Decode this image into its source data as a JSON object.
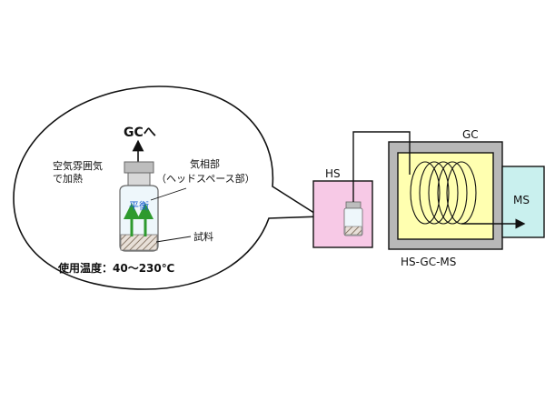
{
  "labels": {
    "gc_outlet": "GCへ",
    "heating_line1": "空気雰囲気",
    "heating_line2": "で加熱",
    "gas_phase_line1": "気相部",
    "gas_phase_line2": "（ヘッドスペース部）",
    "equilibrium": "平衡",
    "sample": "試料",
    "temperature": "使用温度：40～230℃",
    "hs": "HS",
    "gc": "GC",
    "ms": "MS",
    "system": "HS-GC-MS"
  },
  "colors": {
    "hs_box": "#f7c9e6",
    "gc_oven": "#ffffb0",
    "gc_frame": "#b8b8b8",
    "ms_box": "#c9f0ee",
    "arrow_green": "#2e9a2e",
    "equilibrium_text": "#1a5fd0",
    "sample_hatch": "#8a7a6a"
  }
}
